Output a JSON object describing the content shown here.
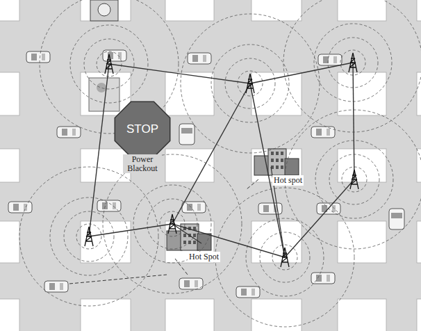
{
  "diagram": {
    "nodes": [
      {
        "text": [
          "STOP",
          "Power Blackout"
        ]
      }
    ],
    "labels": [
      "Hot spot",
      "Hot Spot"
    ]
  }
}
